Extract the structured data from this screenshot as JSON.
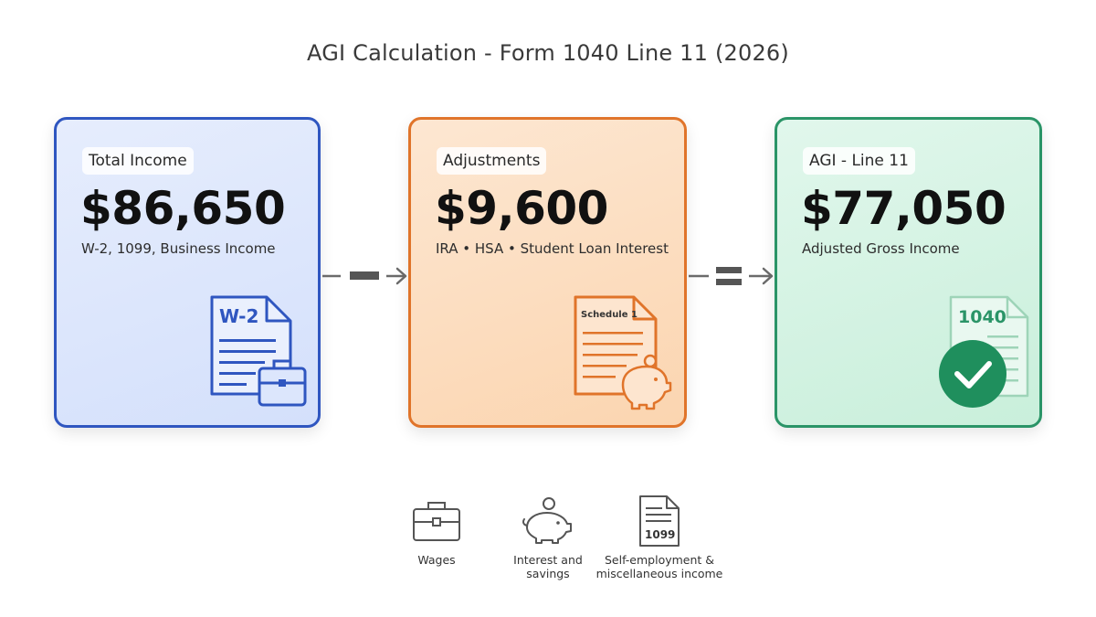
{
  "title": "AGI Calculation - Form 1040 Line 11 (2026)",
  "cards": {
    "income": {
      "label": "Total Income",
      "amount": "$86,650",
      "description": "W-2, 1099, Business Income",
      "icon_text": "W-2",
      "color": "#2f56c0"
    },
    "adjustments": {
      "label": "Adjustments",
      "amount": "$9,600",
      "description": "IRA • HSA • Student Loan Interest",
      "icon_text": "Schedule 1",
      "color": "#e0742a"
    },
    "agi": {
      "label": "AGI - Line 11",
      "amount": "$77,050",
      "description": "Adjusted Gross Income",
      "icon_text": "1040",
      "color": "#2a9467"
    }
  },
  "operators": [
    "minus",
    "equals"
  ],
  "legend": [
    {
      "label": "Wages",
      "icon": "briefcase-icon"
    },
    {
      "label": "Interest and\nsavings",
      "icon": "piggy-bank-icon"
    },
    {
      "label": "Self-employment &\nmiscellaneous income",
      "icon_text": "1099",
      "icon": "document-icon"
    }
  ]
}
